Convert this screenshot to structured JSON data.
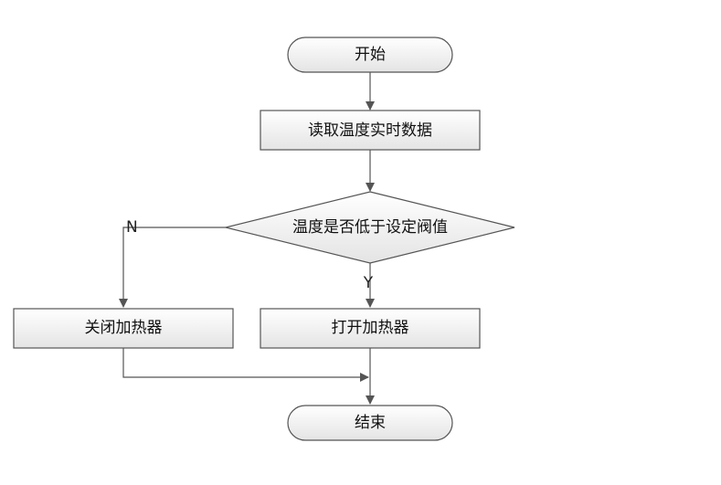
{
  "diagram": {
    "type": "flowchart",
    "nodes": {
      "start": "开始",
      "read": "读取温度实时数据",
      "decision": "温度是否低于设定阀值",
      "heater_off": "关闭加热器",
      "heater_on": "打开加热器",
      "end": "结束"
    },
    "edges": {
      "no_label": "N",
      "yes_label": "Y"
    },
    "colors": {
      "box_fill_top": "#ffffff",
      "box_fill_bottom": "#e6e6e6",
      "stroke": "#555555",
      "text": "#111111"
    }
  }
}
